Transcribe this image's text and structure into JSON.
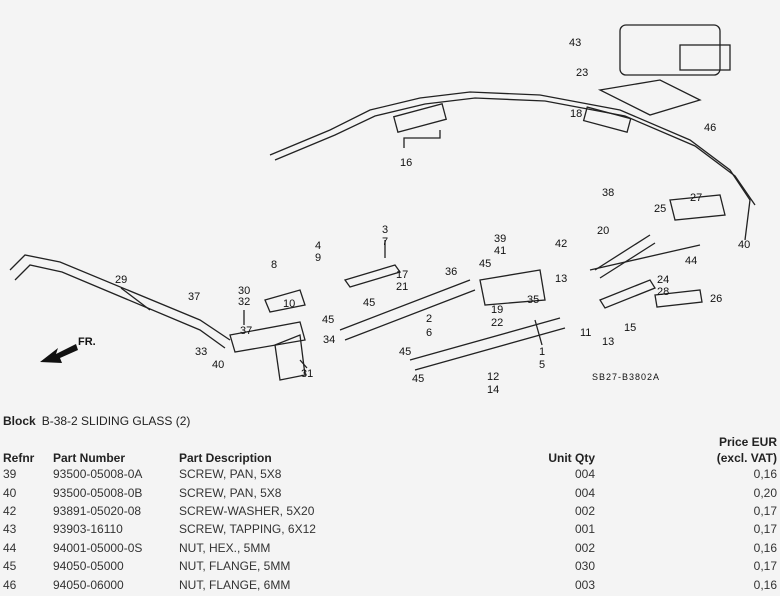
{
  "diagram": {
    "code": "SB27-B3802A",
    "front_label": "FR.",
    "callouts": [
      "43",
      "23",
      "18",
      "46",
      "16",
      "38",
      "27",
      "25",
      "3",
      "39",
      "42",
      "20",
      "40",
      "4",
      "9",
      "41",
      "45",
      "44",
      "36",
      "8",
      "17",
      "21",
      "13",
      "24",
      "28",
      "29",
      "30",
      "32",
      "37",
      "45",
      "35",
      "26",
      "10",
      "45",
      "19",
      "22",
      "2",
      "15",
      "11",
      "37",
      "34",
      "6",
      "33",
      "13",
      "1",
      "40",
      "45",
      "5",
      "31",
      "12",
      "45",
      "14",
      "7"
    ]
  },
  "block": {
    "label": "Block",
    "title": "B-38-2 SLIDING GLASS (2)"
  },
  "table": {
    "headers": {
      "refnr": "Refnr",
      "part_number": "Part Number",
      "description": "Part Description",
      "qty": "Unit Qty",
      "price_line1": "Price EUR",
      "price_line2": "(excl. VAT)"
    },
    "rows": [
      {
        "refnr": "39",
        "part_number": "93500-05008-0A",
        "description": "SCREW, PAN, 5X8",
        "qty": "004",
        "price": "0,16"
      },
      {
        "refnr": "40",
        "part_number": "93500-05008-0B",
        "description": "SCREW, PAN, 5X8",
        "qty": "004",
        "price": "0,20"
      },
      {
        "refnr": "42",
        "part_number": "93891-05020-08",
        "description": "SCREW-WASHER, 5X20",
        "qty": "002",
        "price": "0,17"
      },
      {
        "refnr": "43",
        "part_number": "93903-16110",
        "description": "SCREW, TAPPING, 6X12",
        "qty": "001",
        "price": "0,17"
      },
      {
        "refnr": "44",
        "part_number": "94001-05000-0S",
        "description": "NUT, HEX., 5MM",
        "qty": "002",
        "price": "0,16"
      },
      {
        "refnr": "45",
        "part_number": "94050-05000",
        "description": "NUT, FLANGE, 5MM",
        "qty": "030",
        "price": "0,17"
      },
      {
        "refnr": "46",
        "part_number": "94050-06000",
        "description": "NUT, FLANGE, 6MM",
        "qty": "003",
        "price": "0,16"
      }
    ]
  }
}
